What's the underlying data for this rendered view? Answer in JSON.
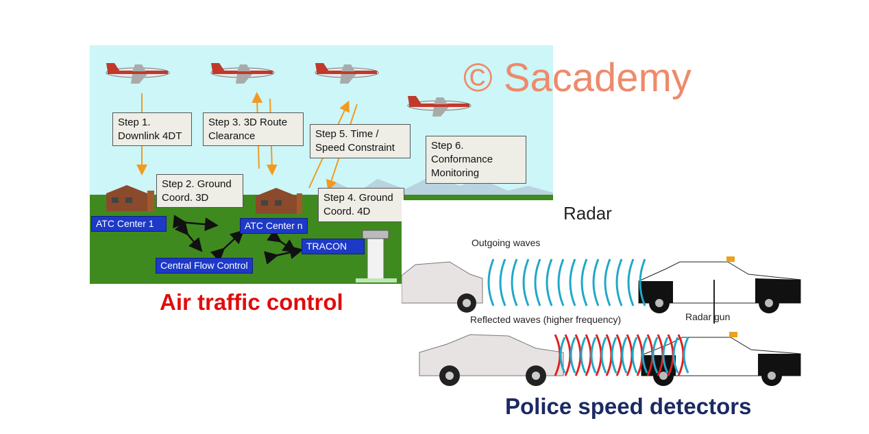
{
  "watermark": "© Sacademy",
  "atc": {
    "steps": {
      "s1": "Step 1.\nDownlink 4DT",
      "s2": "Step 2. Ground\nCoord. 3D",
      "s3": "Step 3. 3D Route\nClearance",
      "s4": "Step 4. Ground\nCoord. 4D",
      "s5": "Step 5. Time /\nSpeed Constraint",
      "s6": "Step 6.\nConformance\nMonitoring"
    },
    "labels": {
      "center1": "ATC Center 1",
      "centern": "ATC Center n",
      "cfc": "Central Flow Control",
      "tracon": "TRACON"
    },
    "caption": "Air traffic control"
  },
  "radar": {
    "title": "Radar",
    "outgoing": "Outgoing waves",
    "reflected": "Reflected waves (higher frequency)",
    "gun": "Radar gun",
    "caption": "Police speed detectors"
  }
}
